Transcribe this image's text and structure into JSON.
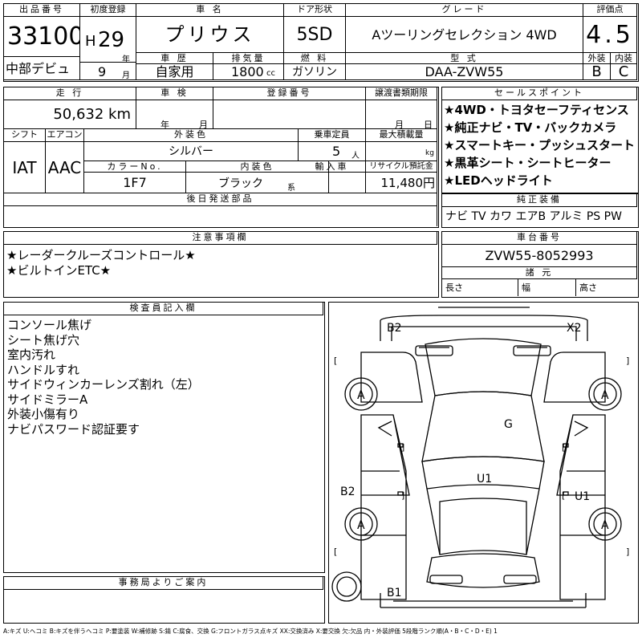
{
  "header": {
    "lot_label": "出品番号",
    "lot_no": "33100",
    "venue": "中部デビュ",
    "reg_label": "初度登録",
    "era": "H",
    "reg_year": "29",
    "year_unit": "年",
    "reg_month": "9",
    "month_unit": "月",
    "name_label": "車 名",
    "car_name": "プリウス",
    "history_label": "車 歴",
    "history": "自家用",
    "disp_label": "排気量",
    "displacement": "1800",
    "cc_unit": "cc",
    "fuel_label": "燃 料",
    "fuel": "ガソリン",
    "door_label": "ドア形状",
    "door": "5SD",
    "grade_label": "グレード",
    "grade": "Aツーリングセレクション 4WD",
    "model_label": "型 式",
    "model_code": "DAA-ZVW55",
    "score_label": "評価点",
    "score": "4.5",
    "ext_label": "外装",
    "ext_grade": "B",
    "int_label": "内装",
    "int_grade": "C"
  },
  "row2": {
    "mileage_label": "走 行",
    "mileage": "50,632 km",
    "shaken_label": "車 検",
    "shaken_year": "年",
    "shaken_month": "月",
    "regno_label": "登録番号",
    "transfer_label": "譲渡書類期限",
    "transfer_month": "月",
    "transfer_day": "日",
    "shift_label": "シフト",
    "shift": "IAT",
    "ac_label": "エアコン",
    "ac": "AAC",
    "color_label": "外装色",
    "color": "シルバー",
    "capacity_label": "乗車定員",
    "capacity": "5",
    "capacity_unit": "人",
    "load_label": "最大積載量",
    "load_unit": "kg",
    "colorno_label": "カラーNo.",
    "color_no": "1F7",
    "interior_label": "内装色",
    "interior": "ブラック",
    "interior_suffix": "系",
    "import_label": "輸入車",
    "recycle_label": "リサイクル預託金",
    "recycle": "11,480円",
    "later_label": "後日発送部品"
  },
  "sales_points": {
    "label": "セールスポイント",
    "items": [
      "★4WD・トヨタセーフティセンス",
      "★純正ナビ・TV・バックカメラ",
      "★スマートキー・プッシュスタート",
      "★黒革シート・シートヒーター",
      "★LEDヘッドライト"
    ]
  },
  "equipment": {
    "label": "純正装備",
    "value": "ナビ TV カワ エアB アルミ PS PW"
  },
  "notes": {
    "label": "注意事項欄",
    "lines": [
      "★レーダークルーズコントロール★",
      "★ビルトインETC★"
    ]
  },
  "chassis": {
    "label": "車台番号",
    "number": "ZVW55-8052993",
    "spec_label": "諸 元",
    "length_label": "長さ",
    "width_label": "幅",
    "height_label": "高さ"
  },
  "inspector": {
    "label": "検査員記入欄",
    "lines": [
      "コンソール焦げ",
      "シート焦げ穴",
      "室内汚れ",
      "ハンドルすれ",
      "サイドウィンカーレンズ割れ（左）",
      "サイドミラーA",
      "外装小傷有り",
      "ナビパスワード認証要す"
    ]
  },
  "office": {
    "label": "事務局よりご案内"
  },
  "diagram": {
    "marks": {
      "b2_top": "B2",
      "x2_top": "X2",
      "a_fl": "A",
      "a_fr": "A",
      "g": "G",
      "u1_center": "U1",
      "b2_left": "B2",
      "u1_right": "U1",
      "a_rl": "A",
      "a_rr": "A",
      "b1": "B1"
    },
    "brackets": {
      "open": "[",
      "close": "]"
    }
  },
  "legend": "A:キズ U:ヘコミ B:キズを伴うヘコミ P:要塗装 W:補修跡 S:錆 C:腐食、交換 G:フロントガラス点キズ XX:交換済み X:要交換 欠:欠品 内・外装評価 5段階ランク順(A・B・C・D・E) 1"
}
